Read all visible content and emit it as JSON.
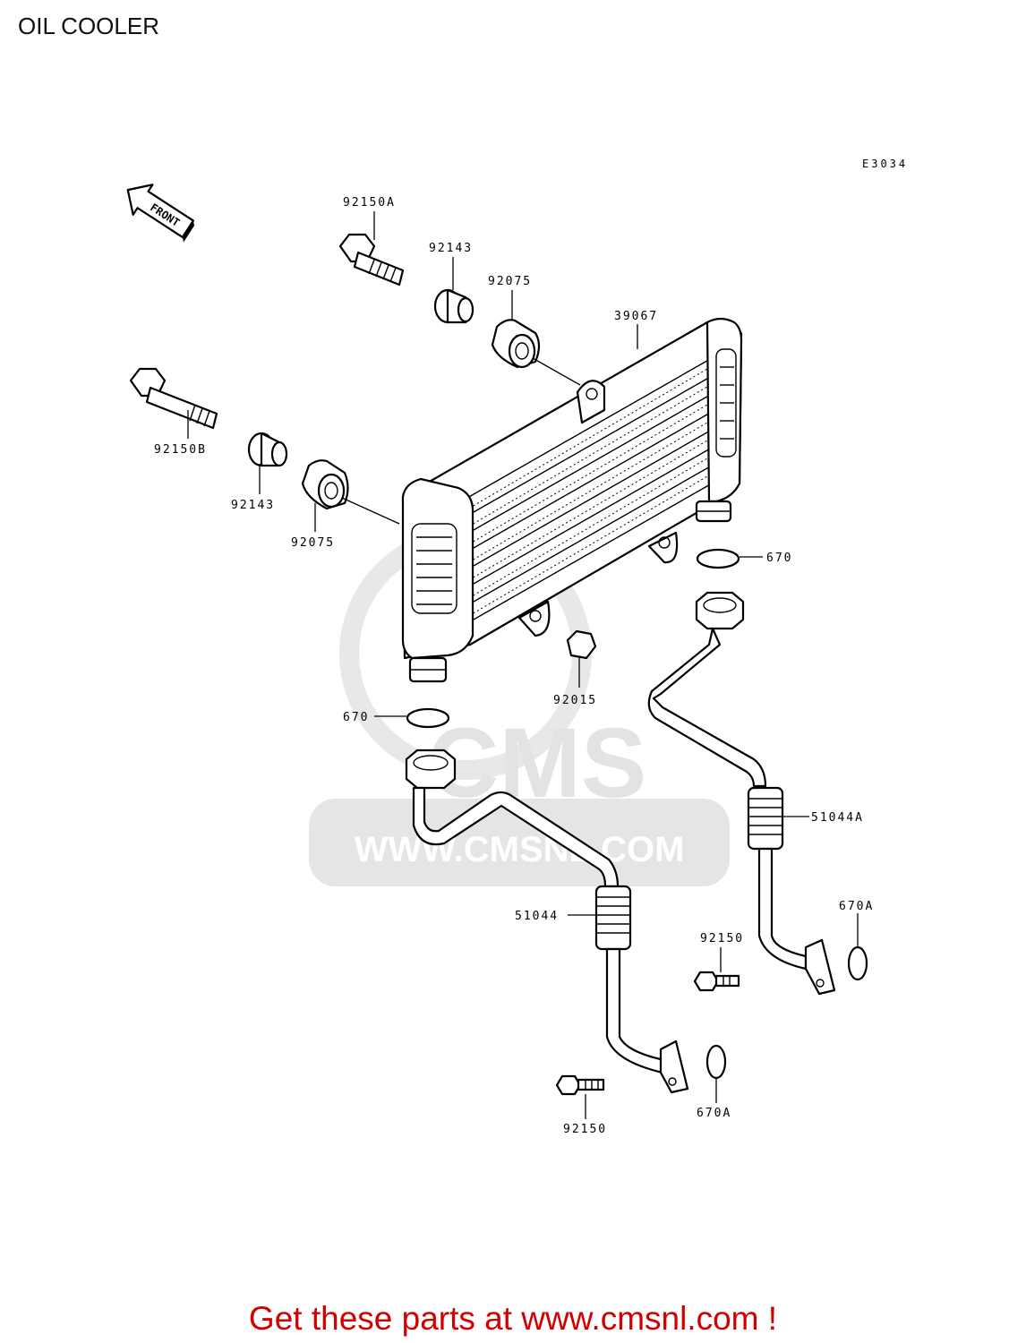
{
  "title": "OIL COOLER",
  "ref_code": "E3034",
  "front_arrow_label": "FRONT",
  "watermark": {
    "logo": "CMS",
    "url": "WWW.CMSNL.COM"
  },
  "callouts": [
    {
      "id": "39067",
      "label": "39067"
    },
    {
      "id": "92150A",
      "label": "92150A"
    },
    {
      "id": "92143-top",
      "label": "92143"
    },
    {
      "id": "92075-top",
      "label": "92075"
    },
    {
      "id": "92150B",
      "label": "92150B"
    },
    {
      "id": "92143-left",
      "label": "92143"
    },
    {
      "id": "92075-left",
      "label": "92075"
    },
    {
      "id": "670-right",
      "label": "670"
    },
    {
      "id": "92015",
      "label": "92015"
    },
    {
      "id": "670-left",
      "label": "670"
    },
    {
      "id": "51044A",
      "label": "51044A"
    },
    {
      "id": "670A-right",
      "label": "670A"
    },
    {
      "id": "92150-right",
      "label": "92150"
    },
    {
      "id": "51044",
      "label": "51044"
    },
    {
      "id": "670A-bottom",
      "label": "670A"
    },
    {
      "id": "92150-bottom",
      "label": "92150"
    }
  ],
  "footer": "Get these parts at www.cmsnl.com !",
  "colors": {
    "footer": "#d40000",
    "watermark": "#e0e0e0",
    "line": "#000000"
  }
}
